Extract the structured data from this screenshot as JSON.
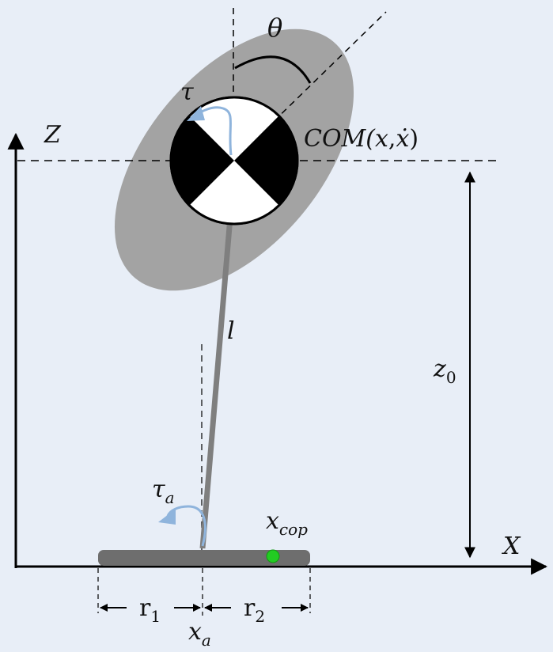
{
  "diagram": {
    "labels": {
      "theta": "θ",
      "tau": "τ",
      "z_axis": "Z",
      "x_axis": "X",
      "com": "COM(x,ẋ)",
      "com_prefix": "COM(",
      "com_x": "x",
      "com_comma": ",",
      "com_xdot": "ẋ",
      "com_close": ")",
      "length": "l",
      "z0_base": "z",
      "z0_sub": "0",
      "tau_a_base": "τ",
      "tau_a_sub": "a",
      "x_cop_base": "x",
      "x_cop_sub": "cop",
      "r1_base": "r",
      "r1_sub": "1",
      "r2_base": "r",
      "r2_sub": "2",
      "x_a_base": "x",
      "x_a_sub": "a"
    },
    "colors": {
      "background": "#e8eef7",
      "body_ellipse": "#a3a3a3",
      "link": "#7f7f7f",
      "foot": "#6e6e6e",
      "torque_arrow": "#8fb4dc",
      "cop_point": "#22cc22",
      "axes": "#000000"
    }
  }
}
